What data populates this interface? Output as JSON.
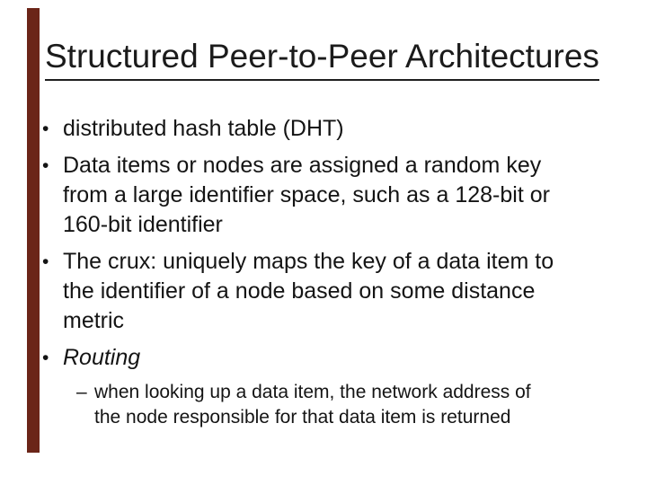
{
  "slide": {
    "title": "Structured Peer-to-Peer Architectures",
    "accent_color": "#6b2518",
    "text_color": "#141414",
    "bullet_marker": "•",
    "sub_bullet_marker": "–",
    "bullets": [
      {
        "style": "normal",
        "lines": [
          "distributed hash table (DHT)"
        ]
      },
      {
        "style": "normal",
        "lines": [
          "Data items or nodes are assigned a random key",
          "from a large identifier space, such as a 128-bit or",
          "160-bit identifier"
        ]
      },
      {
        "style": "normal",
        "lines": [
          "The crux: uniquely maps the key of a data item to",
          "the identifier of a node based on some distance",
          "metric"
        ]
      },
      {
        "style": "italic",
        "lines": [
          "Routing"
        ]
      }
    ],
    "sub_bullets": [
      {
        "lines": [
          "when looking up a data item, the network address of",
          "the node responsible for that data item is returned"
        ]
      }
    ]
  }
}
